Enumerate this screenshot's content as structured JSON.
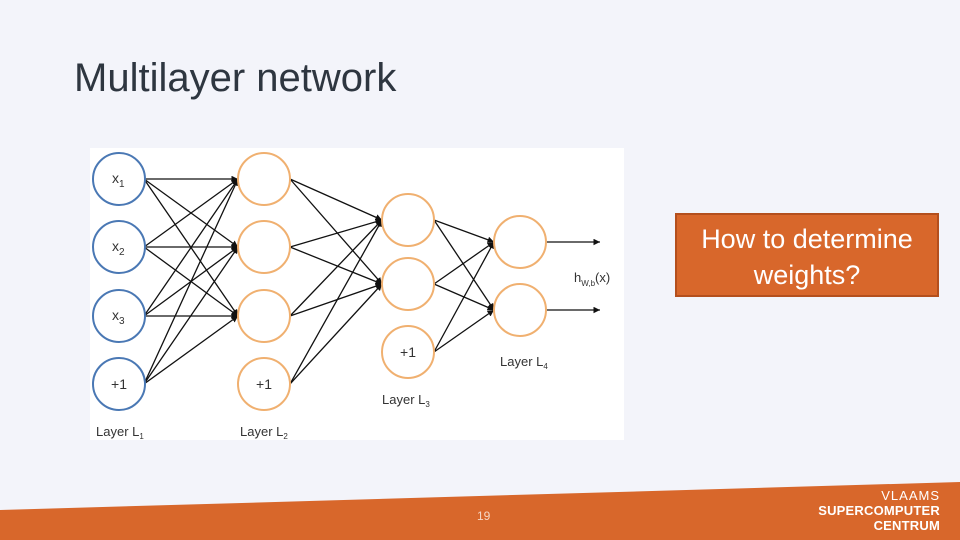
{
  "slide": {
    "title": "Multilayer network",
    "callout": [
      "How to determine",
      "weights?"
    ],
    "page_number": "19"
  },
  "diagram": {
    "inputs": [
      {
        "base": "x",
        "sub": "1"
      },
      {
        "base": "x",
        "sub": "2"
      },
      {
        "base": "x",
        "sub": "3"
      }
    ],
    "bias_label": "+1",
    "layer_word": "Layer",
    "layers": [
      {
        "letter": "L",
        "sub": "1"
      },
      {
        "letter": "L",
        "sub": "2"
      },
      {
        "letter": "L",
        "sub": "3"
      },
      {
        "letter": "L",
        "sub": "4"
      }
    ],
    "output": {
      "base": "h",
      "sub": "W,b",
      "arg": "(x)"
    }
  },
  "logo": {
    "line1": "VLAAMS",
    "line2": "SUPERCOMPUTER",
    "line3": "CENTRUM"
  },
  "colors": {
    "input_circle_stroke": "#4a78b4",
    "hidden_circle_stroke": "#f0b070",
    "accent_orange": "#d8672b",
    "background": "#f3f4fa"
  }
}
